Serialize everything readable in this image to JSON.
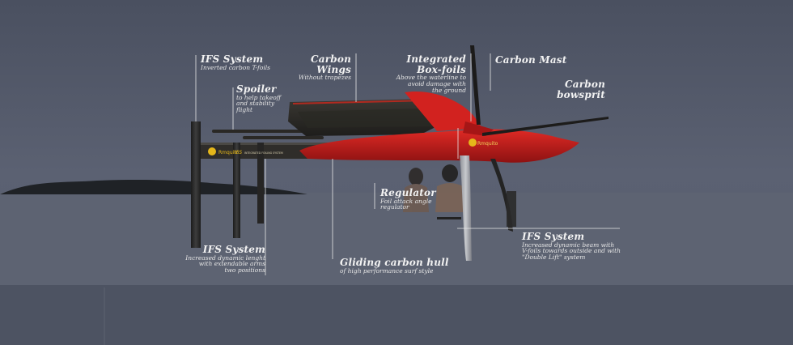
{
  "brand": {
    "logo_text": "Rmquito",
    "model_text": "IFS",
    "tagline": "INTEGRATED FOILING SYSTEM"
  },
  "labels": {
    "ifs_top": {
      "title": "IFS System",
      "sub": "Inverted carbon T-foils"
    },
    "spoiler": {
      "title": "Spoiler",
      "sub_lines": [
        "to help takeoff",
        "and stability",
        "flight"
      ]
    },
    "carbon_wings": {
      "title_lines": [
        "Carbon",
        "Wings"
      ],
      "sub": "Without trapezes"
    },
    "box_foils": {
      "title_lines": [
        "Integrated",
        "Box-foils"
      ],
      "sub_lines": [
        "Above the waterline to",
        "avoid damage with",
        "the ground"
      ]
    },
    "carbon_mast": {
      "title": "Carbon Mast"
    },
    "carbon_bowsprit": {
      "title": "Carbon bowsprit"
    },
    "regulator": {
      "title": "Regulator",
      "sub_lines": [
        "Foil attack angle",
        "regulator"
      ]
    },
    "ifs_left": {
      "title": "IFS System",
      "sub_lines": [
        "Increased dynamic lenght",
        "with extendable arms",
        "two positions"
      ]
    },
    "gliding_hull": {
      "title": "Gliding carbon hull",
      "sub": "of high performance surf style"
    },
    "ifs_right": {
      "title": "IFS System",
      "sub_lines": [
        "Increased dynamic beam with",
        "V-foils towards outside and with",
        "\"Double Lift\" system"
      ]
    }
  },
  "colors": {
    "background": "#4f5565",
    "sea": "#5c6271",
    "hull_red": "#c81e1e",
    "foil_dark": "#2c2a27",
    "text": "#f2f2f2"
  }
}
